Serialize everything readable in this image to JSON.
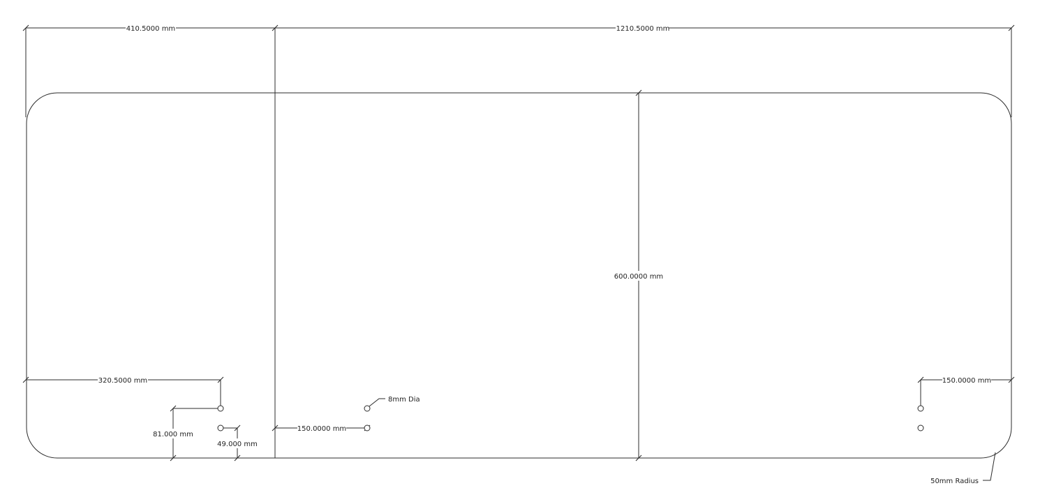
{
  "drawing": {
    "dimensions": {
      "left_section_width": "410.5000 mm",
      "right_section_width": "1210.5000 mm",
      "overall_depth": "600.0000 mm",
      "left_hole_offset": "320.5000 mm",
      "right_hole_offset": "150.0000 mm",
      "center_hole_offset": "150.0000 mm",
      "hole_vertical_offset": "81.000 mm",
      "hole_horizontal_spacing": "49.000 mm"
    },
    "annotations": {
      "hole_diameter": "8mm Dia",
      "corner_radius": "50mm Radius"
    }
  }
}
